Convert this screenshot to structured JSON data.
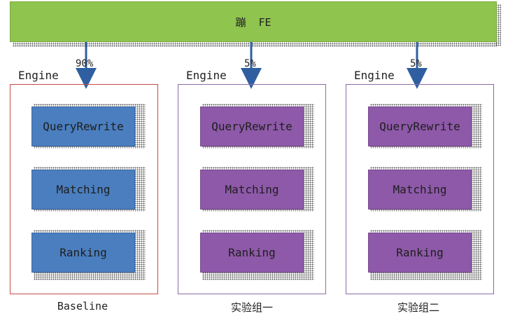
{
  "fe_bar": {
    "label": "蹦  FE"
  },
  "colors": {
    "fe": "#8fc44f",
    "baseline": "#4a7ebf",
    "experiment": "#8e59a8",
    "baseline_border": "#c84a4a",
    "experiment_border": "#8e6aa6",
    "arrow": "#2f5fa0"
  },
  "columns": [
    {
      "engine_label": "Engine",
      "traffic": "90%",
      "modules": [
        "QueryRewrite",
        "Matching",
        "Ranking"
      ],
      "caption": "Baseline"
    },
    {
      "engine_label": "Engine",
      "traffic": "5%",
      "modules": [
        "QueryRewrite",
        "Matching",
        "Ranking"
      ],
      "caption": "实验组一"
    },
    {
      "engine_label": "Engine",
      "traffic": "5%",
      "modules": [
        "QueryRewrite",
        "Matching",
        "Ranking"
      ],
      "caption": "实验组二"
    }
  ]
}
